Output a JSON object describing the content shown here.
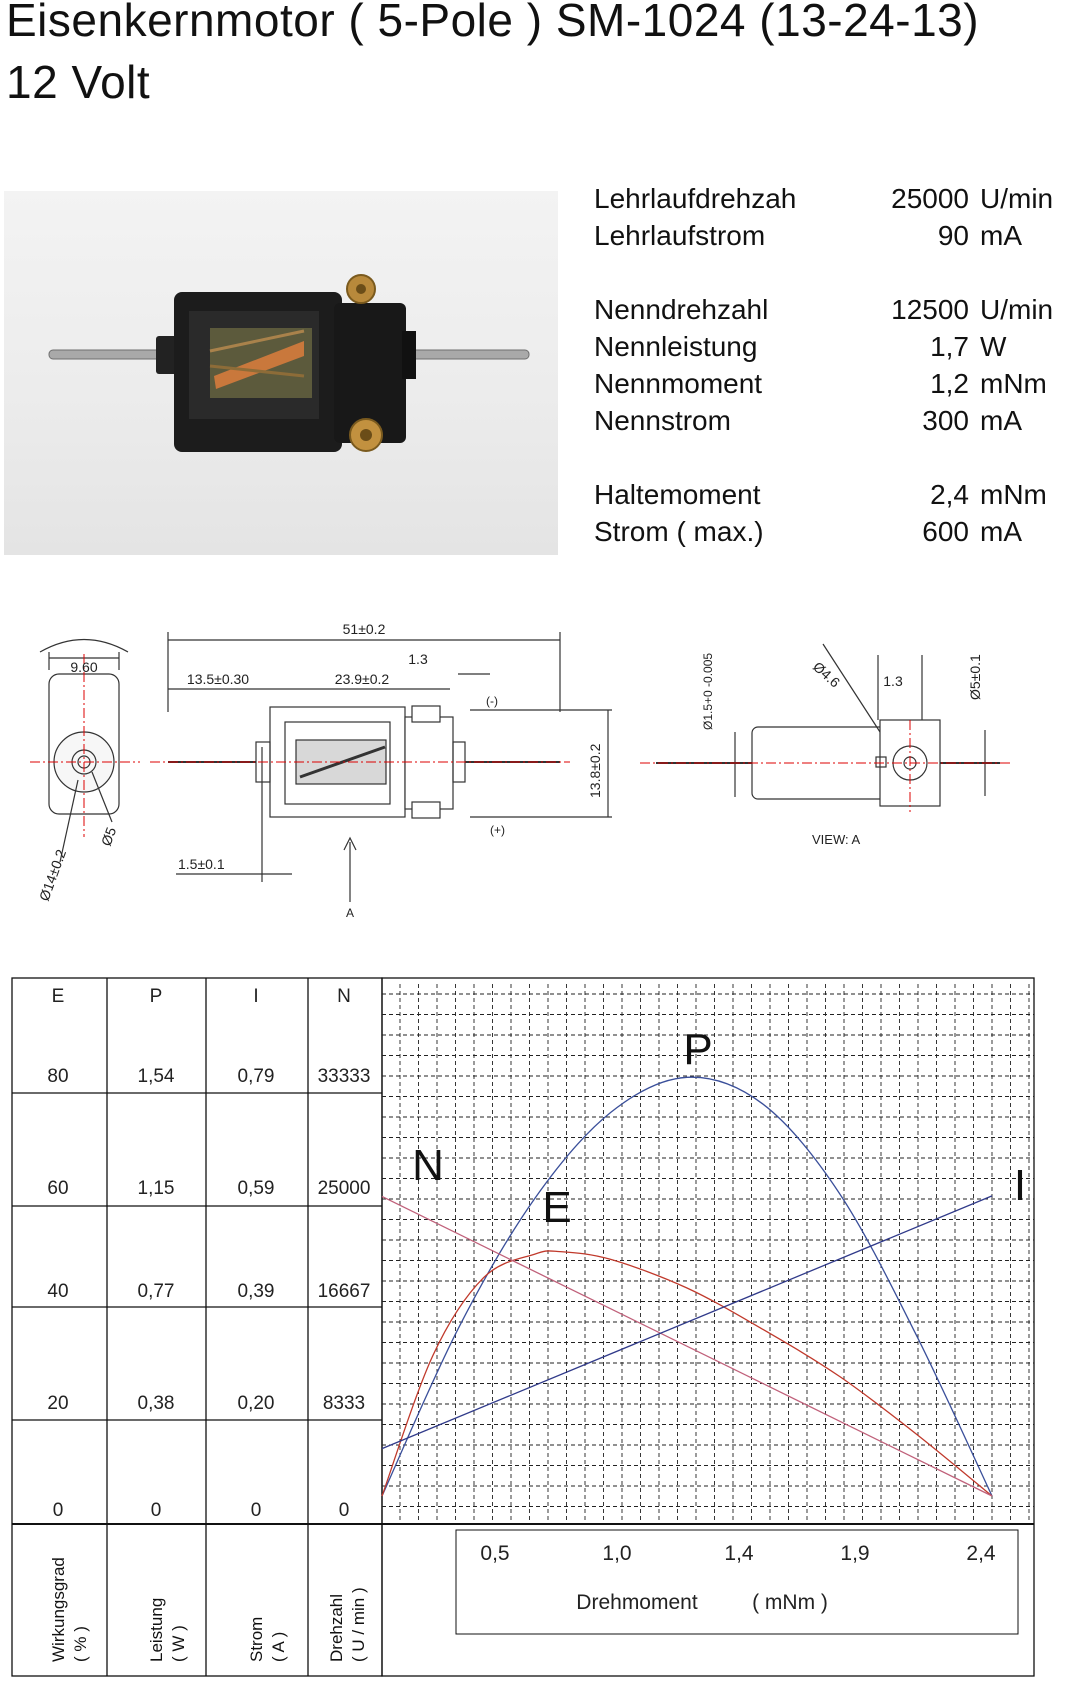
{
  "title": {
    "line1": "Eisenkernmotor ( 5-Pole ) SM-1024 (13-24-13)",
    "line2": "12  Volt"
  },
  "specs": [
    {
      "label": "Lehrlaufdrehzah",
      "value": "25000",
      "unit": "U/min"
    },
    {
      "label": "Lehrlaufstrom",
      "value": "90",
      "unit": "mA"
    },
    {
      "label": "Nenndrehzahl",
      "value": "12500",
      "unit": "U/min"
    },
    {
      "label": "Nennleistung",
      "value": "1,7",
      "unit": "W"
    },
    {
      "label": "Nennmoment",
      "value": "1,2",
      "unit": "mNm"
    },
    {
      "label": "Nennstrom",
      "value": "300",
      "unit": "mA"
    },
    {
      "label": "Haltemoment",
      "value": "2,4",
      "unit": "mNm"
    },
    {
      "label": "Strom ( max.)",
      "value": "600",
      "unit": "mA"
    }
  ],
  "drawing": {
    "front_width": "9.60",
    "front_dia_outer": "Ø14±0.2",
    "front_dia_inner": "Ø5",
    "total_length": "51±0.2",
    "shaft_left": "13.5±0.30",
    "body_length": "23.9±0.2",
    "step": "1.3",
    "height": "13.8±0.2",
    "terminal_minus": "(-)",
    "terminal_plus": "(+)",
    "shaft_step": "1.5±0.1",
    "arrow_label": "A",
    "side_shaft_dia": "Ø1.5+0 -0.005",
    "side_gear_dia": "Ø4.6",
    "side_step": "1.3",
    "side_bearing_dia": "Ø5±0.1",
    "view_label": "VIEW: A"
  },
  "table": {
    "headers": [
      "E",
      "P",
      "I",
      "N"
    ],
    "rows": [
      [
        "80",
        "1,54",
        "0,79",
        "33333"
      ],
      [
        "60",
        "1,15",
        "0,59",
        "25000"
      ],
      [
        "40",
        "0,77",
        "0,39",
        "16667"
      ],
      [
        "20",
        "0,38",
        "0,20",
        "8333"
      ],
      [
        "0",
        "0",
        "0",
        "0"
      ]
    ],
    "footer": [
      {
        "line1": "Wirkungsgrad",
        "line2": "( % )"
      },
      {
        "line1": "Leistung",
        "line2": "( W )"
      },
      {
        "line1": "Strom",
        "line2": "( A )"
      },
      {
        "line1": "Drehzahl",
        "line2": "( U / min )"
      }
    ]
  },
  "chart_data": {
    "type": "line",
    "xlabel": "Drehmoment",
    "xunit": "( mNm )",
    "x_ticks": [
      "0,5",
      "1,0",
      "1,4",
      "1,9",
      "2,4"
    ],
    "xlim": [
      0,
      2.4
    ],
    "grid": true,
    "series": [
      {
        "name": "P",
        "color": "#3a4f9a",
        "x": [
          0,
          0.3,
          0.6,
          0.9,
          1.2,
          1.5,
          1.8,
          2.1,
          2.4
        ],
        "y": [
          0,
          0.62,
          1.1,
          1.42,
          1.55,
          1.45,
          1.12,
          0.6,
          0
        ]
      },
      {
        "name": "E",
        "color": "#c0392b",
        "x": [
          0,
          0.2,
          0.4,
          0.6,
          0.7,
          0.9,
          1.2,
          1.5,
          1.8,
          2.1,
          2.4
        ],
        "y": [
          0,
          27,
          42,
          46.5,
          47,
          45.5,
          40,
          32,
          23,
          12,
          0
        ]
      },
      {
        "name": "N",
        "color": "#c0607a",
        "x": [
          0,
          2.4
        ],
        "y": [
          24000,
          0
        ]
      },
      {
        "name": "I",
        "color": "#303a8a",
        "x": [
          0,
          2.4
        ],
        "y": [
          0.09,
          0.57
        ]
      }
    ],
    "axes": {
      "E": [
        0,
        80
      ],
      "P": [
        0,
        1.54
      ],
      "I": [
        0,
        0.79
      ],
      "N": [
        0,
        33333
      ]
    }
  }
}
